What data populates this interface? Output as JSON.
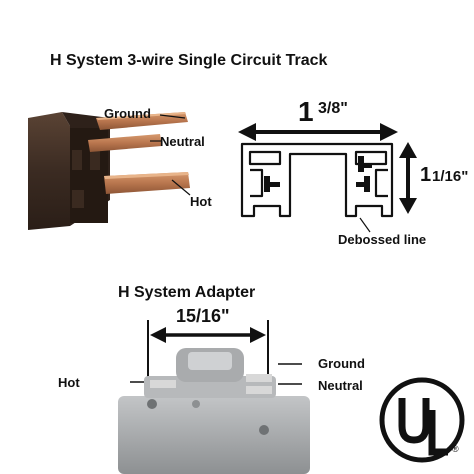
{
  "track_title": "H System 3-wire Single Circuit Track",
  "adapter_title": "H System Adapter",
  "track_labels": {
    "ground": "Ground",
    "neutral": "Neutral",
    "hot": "Hot"
  },
  "profile": {
    "width_whole": "1",
    "width_frac": "3/8\"",
    "height_whole": "1",
    "height_frac": "1/16\"",
    "debossed": "Debossed line"
  },
  "adapter_labels": {
    "width": "15/16\"",
    "ground": "Ground",
    "neutral": "Neutral",
    "hot": "Hot"
  },
  "ul_mark": "UL",
  "colors": {
    "wood_dark": "#3b2b22",
    "copper": "#b9764e",
    "adapter_gray": "#a7a9ab"
  }
}
